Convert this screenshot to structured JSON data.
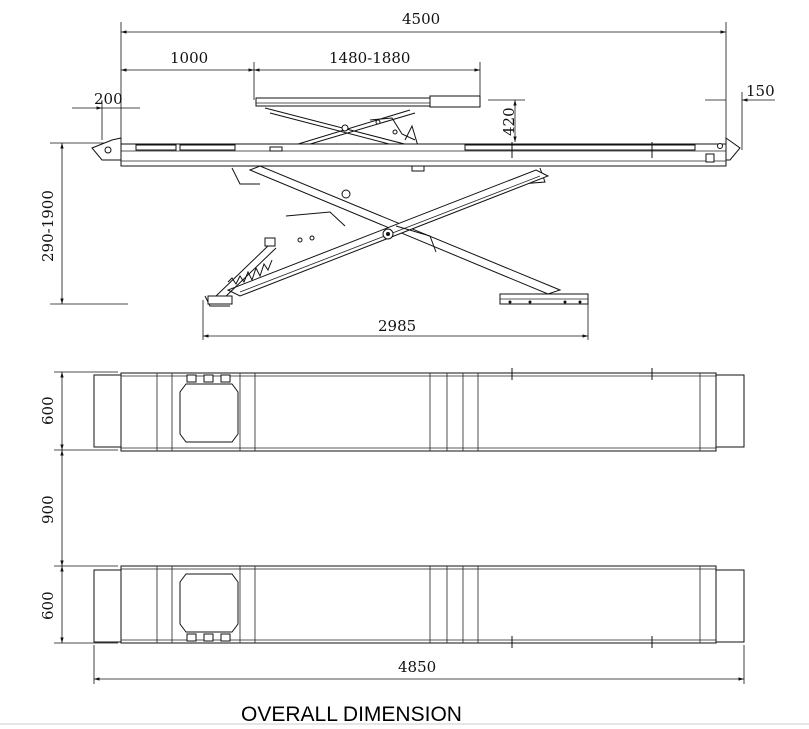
{
  "title": "OVERALL DIMENSION",
  "side_view": {
    "overall_length": "4500",
    "front_offset": "1000",
    "secondary_platform": "1480-1880",
    "front_overhang": "200",
    "rear_overhang": "150",
    "secondary_lift": "420",
    "height_range": "290-1900",
    "base_length": "2985"
  },
  "top_view": {
    "runway_width_top": "600",
    "runway_gap": "900",
    "runway_width_bottom": "600",
    "total_length": "4850"
  }
}
